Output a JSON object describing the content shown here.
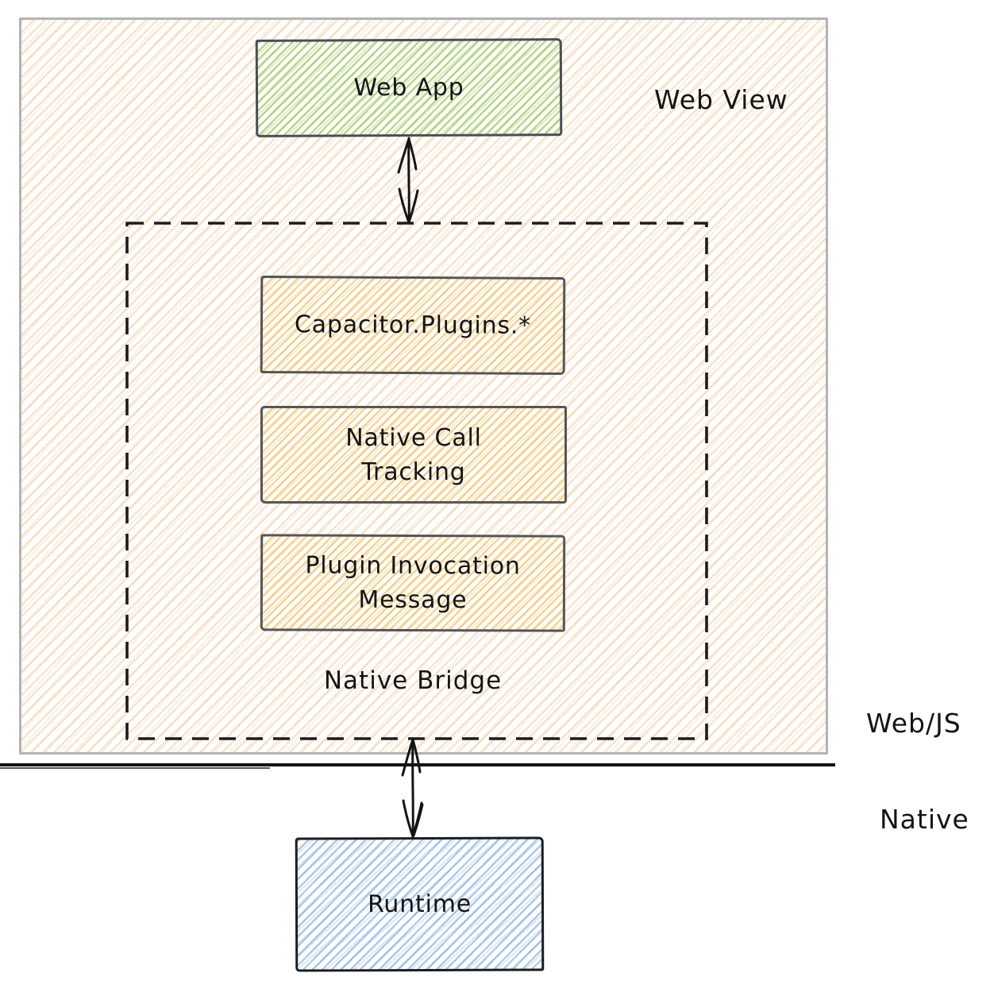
{
  "regions": {
    "web_view": {
      "label": "Web View"
    },
    "native_bridge": {
      "label": "Native Bridge"
    }
  },
  "layers": {
    "web_js": {
      "label": "Web/JS"
    },
    "native": {
      "label": "Native"
    }
  },
  "nodes": {
    "web_app": {
      "label": "Web App",
      "fill_hatch": "#9ac458"
    },
    "capacitor_plugins": {
      "label": "Capacitor.Plugins.*",
      "fill_hatch": "#f0b95a"
    },
    "native_call_tracking": {
      "line1": "Native Call",
      "line2": "Tracking",
      "fill_hatch": "#f0b95a"
    },
    "plugin_invocation_message": {
      "line1": "Plugin Invocation",
      "line2": "Message",
      "fill_hatch": "#f0b95a"
    },
    "runtime": {
      "label": "Runtime",
      "fill_hatch": "#70a3de"
    }
  },
  "connections": [
    {
      "from": "web_app",
      "to": "native_bridge",
      "bidirectional": true
    },
    {
      "from": "native_bridge",
      "to": "runtime",
      "bidirectional": true
    }
  ],
  "colors": {
    "web_view_hatch": "#f6c596",
    "outer_border": "#b3b3b3",
    "node_border_gray": "#565656",
    "ink": "#141414"
  }
}
